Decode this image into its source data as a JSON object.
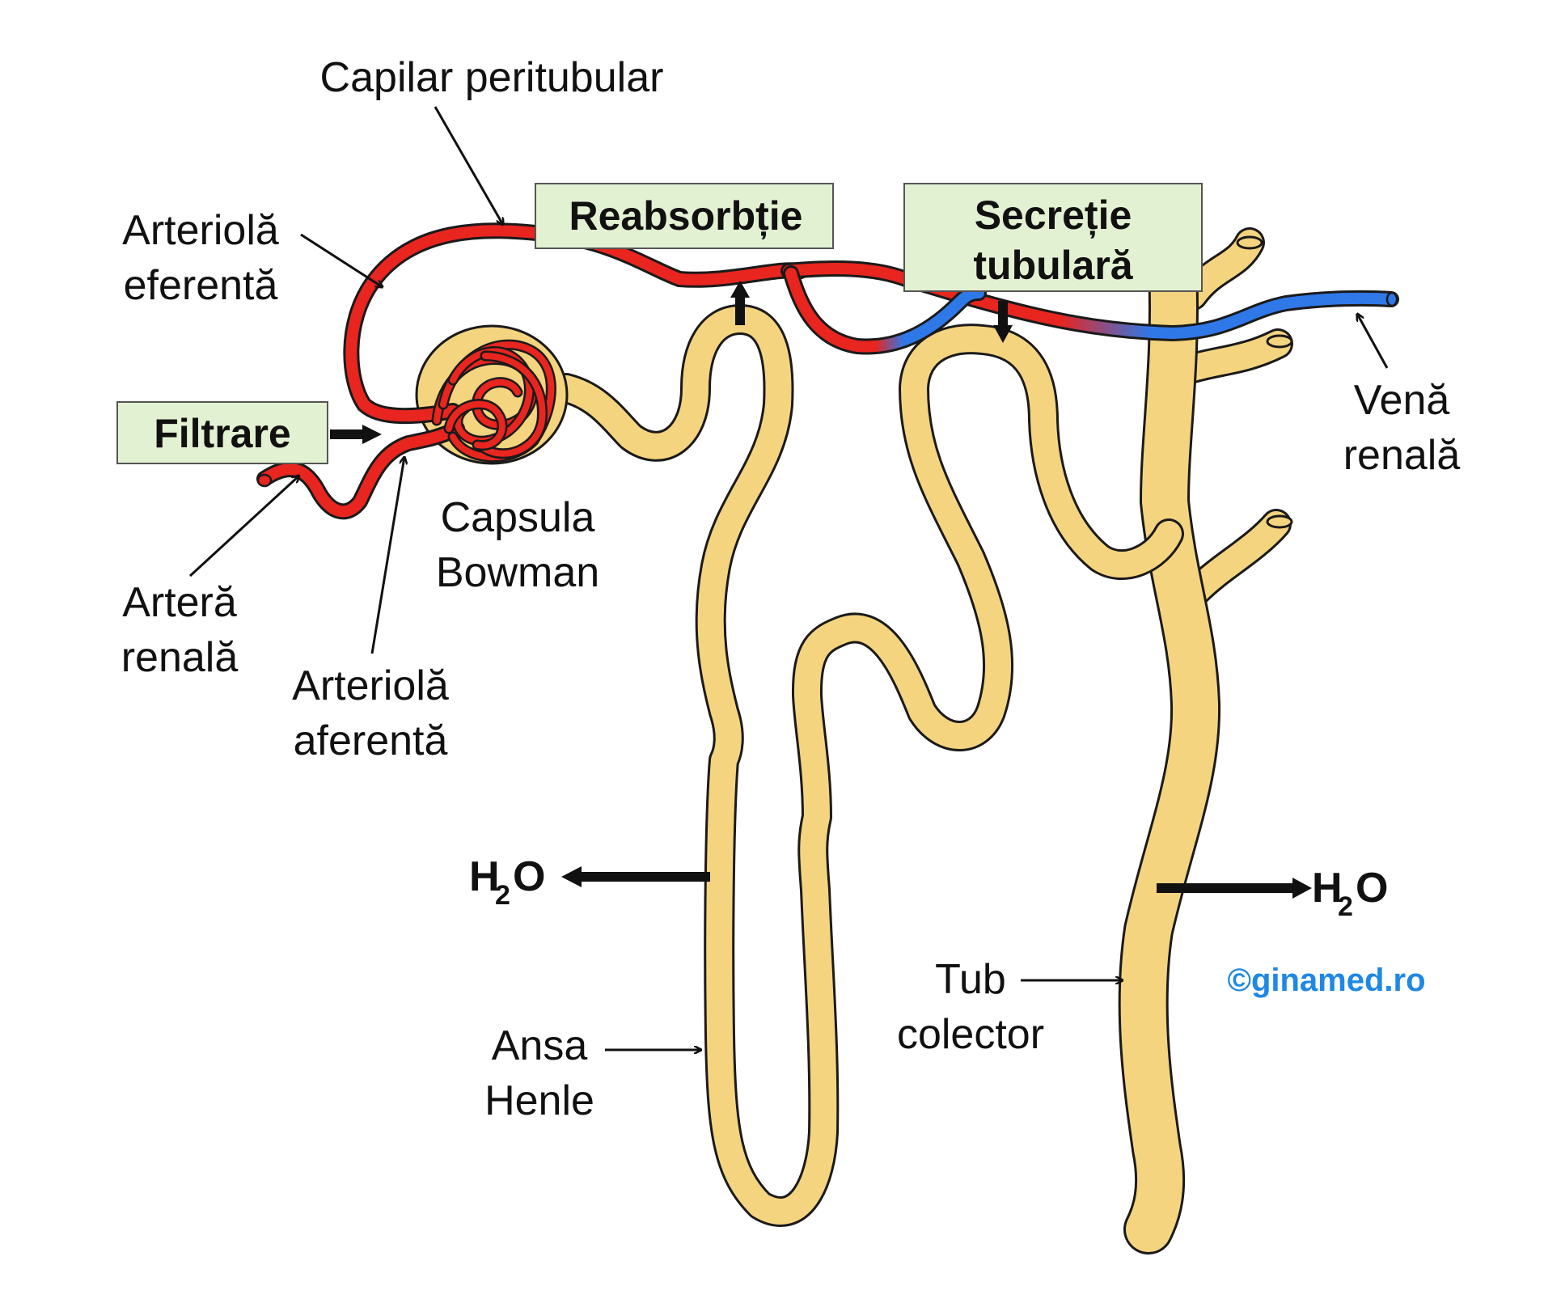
{
  "colors": {
    "tubule_fill": "#f5d47f",
    "tubule_stroke": "#1a1a1a",
    "artery": "#e8251f",
    "vein": "#2f78e8",
    "box_fill": "#e3f1d3",
    "credit": "#1e88e5",
    "arrow": "#111111"
  },
  "labels": {
    "capilar_peritubular": "Capilar peritubular",
    "arteriola_eferenta_1": "Arteriolă",
    "arteriola_eferenta_2": "eferentă",
    "artera_renala_1": "Arteră",
    "artera_renala_2": "renală",
    "arteriola_aferenta_1": "Arteriolă",
    "arteriola_aferenta_2": "aferentă",
    "capsula_bowman_1": "Capsula",
    "capsula_bowman_2": "Bowman",
    "vena_renala_1": "Venă",
    "vena_renala_2": "renală",
    "ansa_henle_1": "Ansa",
    "ansa_henle_2": "Henle",
    "tub_colector_1": "Tub",
    "tub_colector_2": "colector"
  },
  "process_boxes": {
    "filtrare": "Filtrare",
    "reabsorbtie": "Reabsorbție",
    "secretie_1": "Secreție",
    "secretie_2": "tubulară"
  },
  "water": {
    "left_main": "H",
    "left_sub": "2",
    "left_end": "O",
    "right_main": "H",
    "right_sub": "2",
    "right_end": "O"
  },
  "credit": "©ginamed.ro"
}
